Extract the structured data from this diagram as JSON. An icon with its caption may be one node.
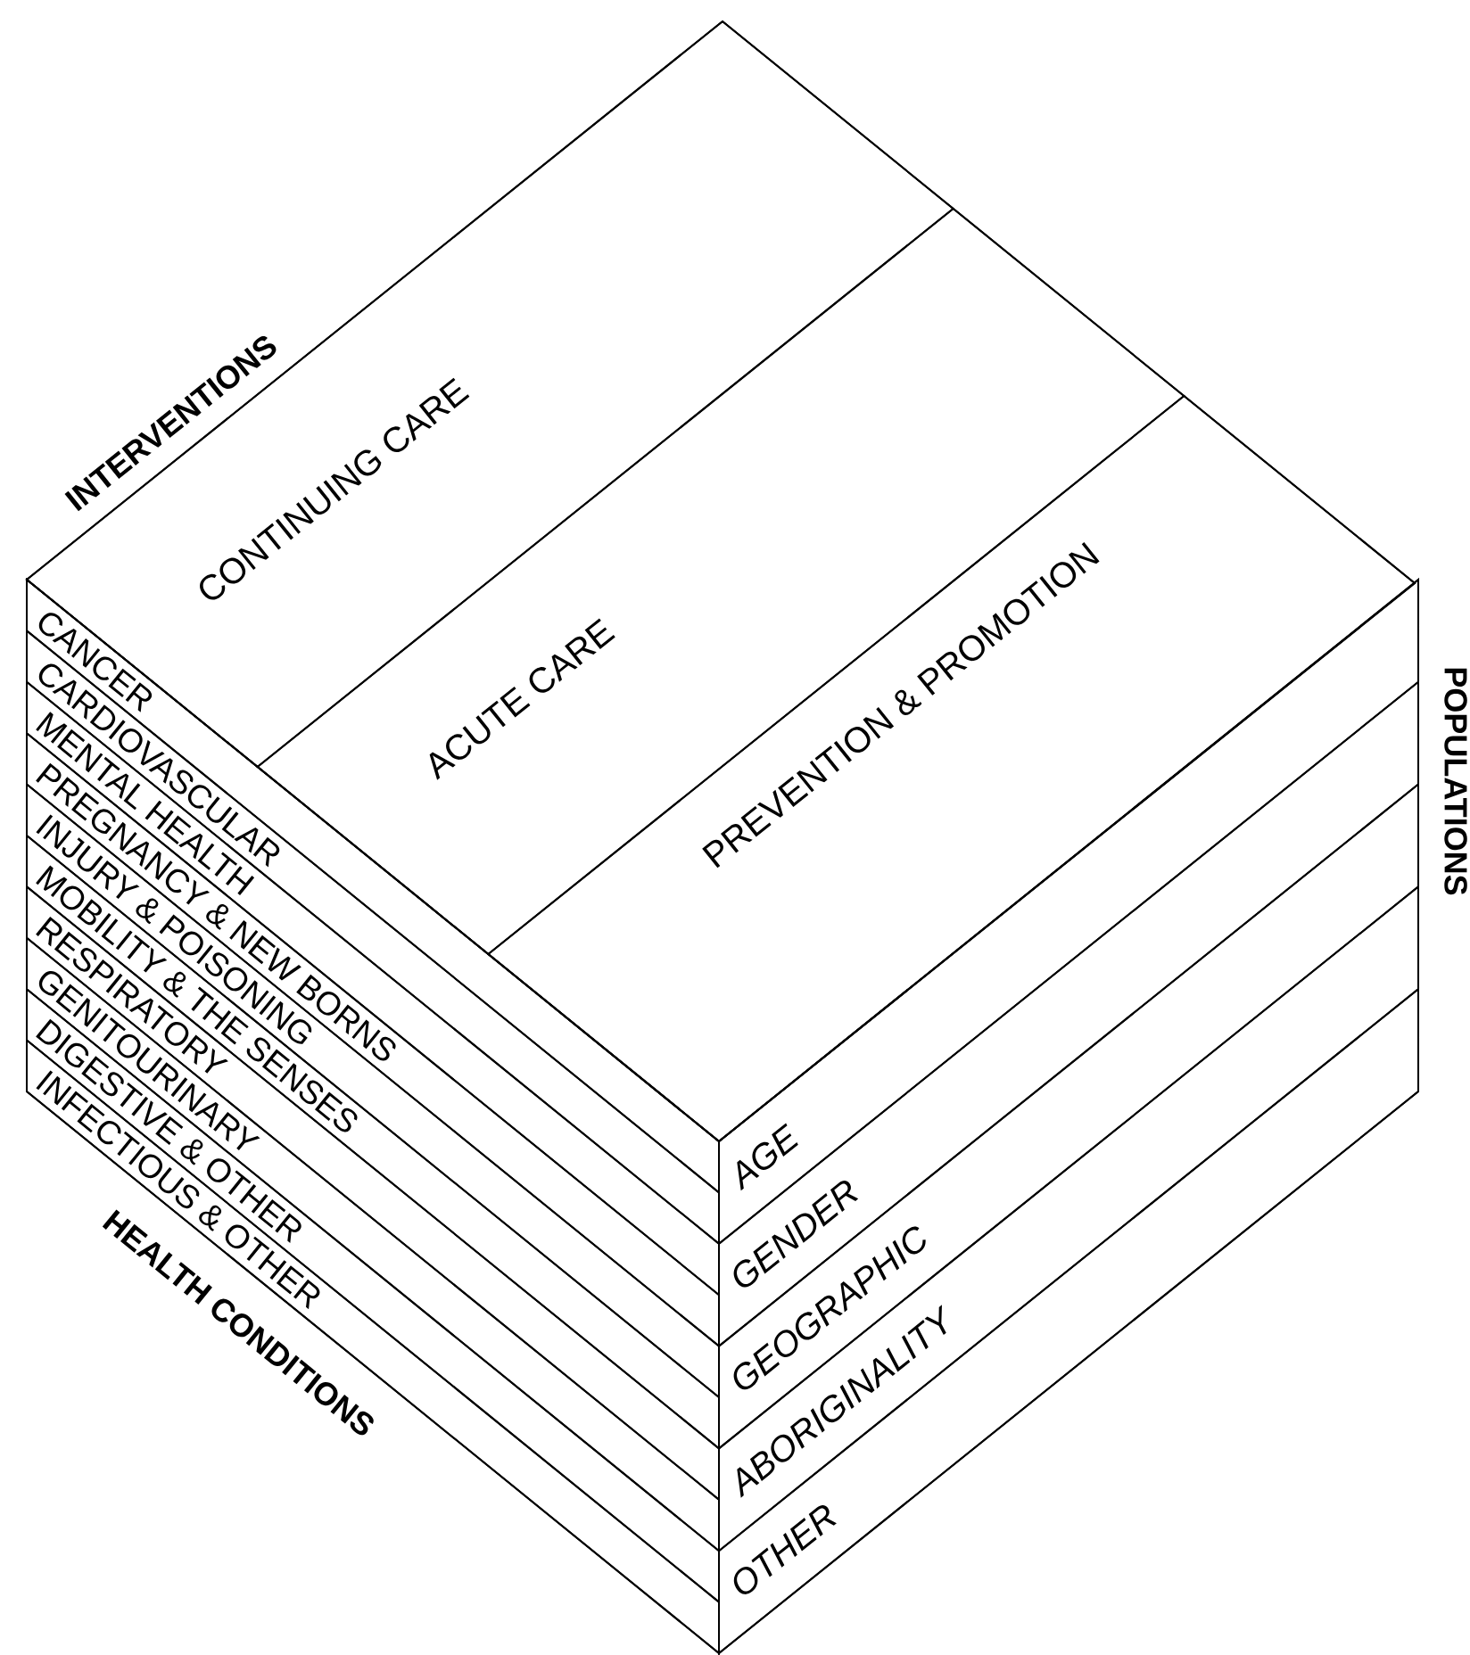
{
  "diagram": {
    "nodes": [
      {
        "text": [
          "INTERVENTIONS"
        ]
      },
      {
        "text": [
          "CONTINUING CARE"
        ],
        "in": 0
      },
      {
        "text": [
          "ACUTE CARE"
        ],
        "in": 0
      },
      {
        "text": [
          "PREVENTION & PROMOTION"
        ],
        "in": 0
      },
      {
        "text": [
          "HEALTH CONDITIONS"
        ]
      },
      {
        "text": [
          "CANCER"
        ],
        "in": 4
      },
      {
        "text": [
          "CARDIOVASCULAR"
        ],
        "in": 4
      },
      {
        "text": [
          "MENTAL HEALTH"
        ],
        "in": 4
      },
      {
        "text": [
          "PREGNANCY & NEW BORNS"
        ],
        "in": 4
      },
      {
        "text": [
          "INJURY & POISONING"
        ],
        "in": 4
      },
      {
        "text": [
          "MOBILITY & THE SENSES"
        ],
        "in": 4
      },
      {
        "text": [
          "RESPIRATORY"
        ],
        "in": 4
      },
      {
        "text": [
          "GENITOURINARY"
        ],
        "in": 4
      },
      {
        "text": [
          "DIGESTIVE & OTHER"
        ],
        "in": 4
      },
      {
        "text": [
          "INFECTIOUS & OTHER"
        ],
        "in": 4
      },
      {
        "text": [
          "POPULATIONS"
        ]
      },
      {
        "text": [
          "AGE"
        ],
        "in": 15
      },
      {
        "text": [
          "GENDER"
        ],
        "in": 15
      },
      {
        "text": [
          "GEOGRAPHIC"
        ],
        "in": 15
      },
      {
        "text": [
          "ABORIGINALITY"
        ],
        "in": 15
      },
      {
        "text": [
          "OTHER"
        ],
        "in": 15
      }
    ]
  }
}
